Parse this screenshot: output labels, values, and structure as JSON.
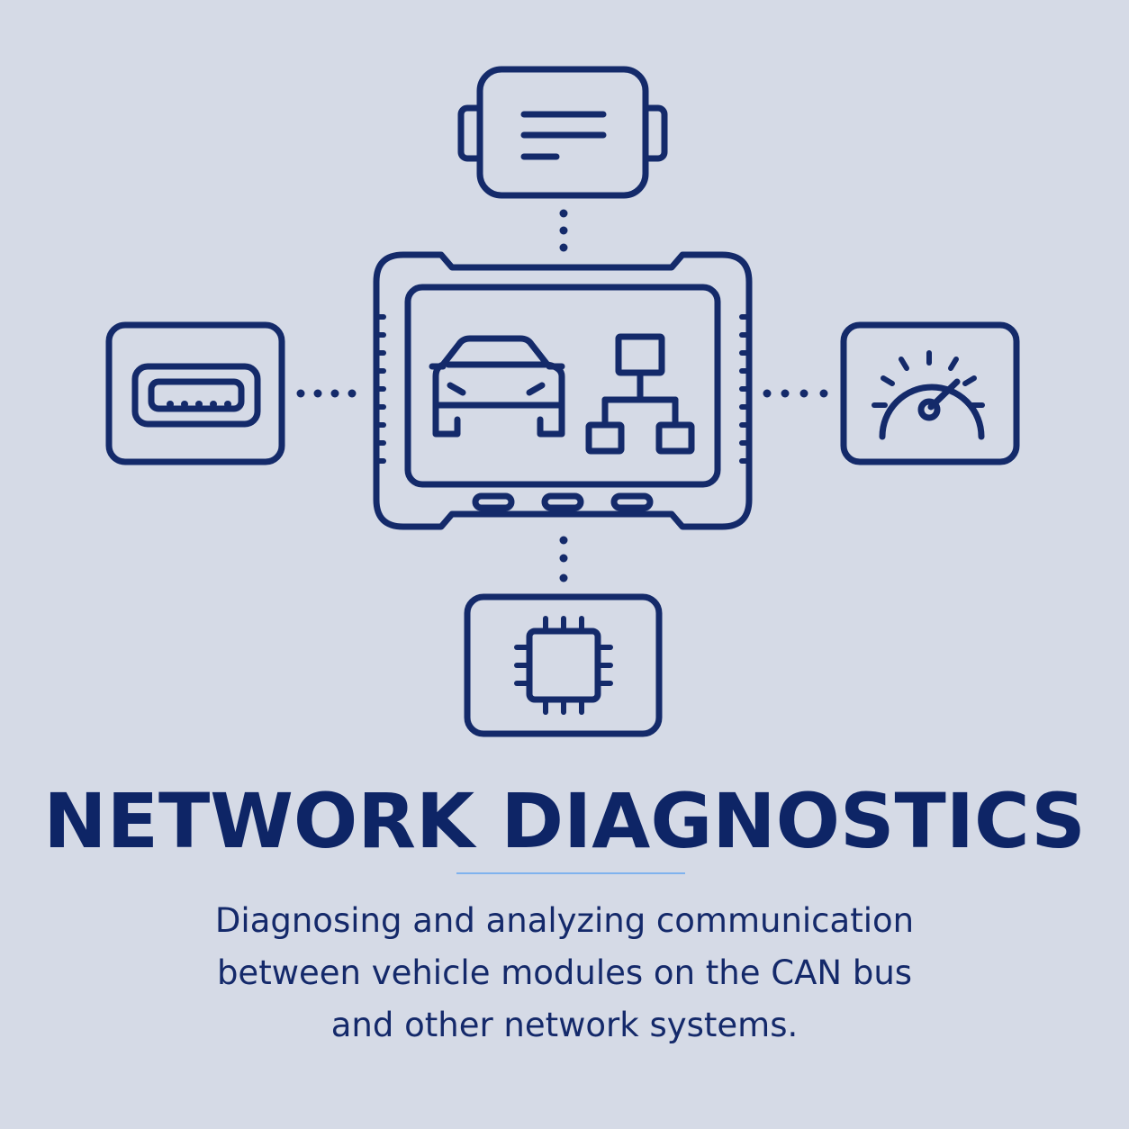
{
  "title": "NETWORK DIAGNOSTICS",
  "description": {
    "lines": [
      "Diagnosing and analyzing communication",
      "between vehicle modules on the CAN bus",
      "and other network systems."
    ]
  },
  "colors": {
    "background": "#d5dae6",
    "stroke": "#142a6a",
    "title": "#0e2566",
    "accent": "#7fb2ee"
  },
  "icons": {
    "top": "module-icon",
    "left": "obd-port-icon",
    "right": "speedometer-icon",
    "bottom": "microchip-icon",
    "center": "diagnostic-tablet-icon",
    "screen_left": "car-icon",
    "screen_right": "network-tree-icon"
  }
}
